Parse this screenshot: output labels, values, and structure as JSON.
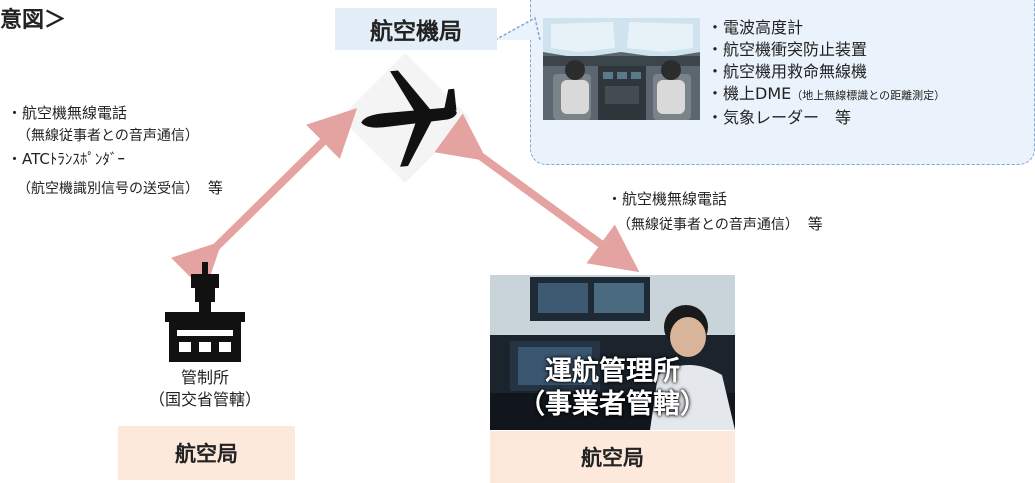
{
  "title_fragment": "意図＞",
  "aircraft_station": {
    "label": "航空機局"
  },
  "equipment": {
    "items": [
      "・電波高度計",
      "・航空機衝突防止装置",
      "・航空機用救命無線機"
    ],
    "dme": {
      "main": "・機上DME",
      "note": "（地上無線標識との距離測定）"
    },
    "weather": "・気象レーダー　等"
  },
  "left_comm": {
    "line1": "・航空機無線電話",
    "line2": "（無線従事者との音声通信）",
    "line3": "・ATCﾄﾗﾝｽﾎﾟﾝﾀﾞｰ",
    "line4_main": "（航空機識別信号の送受信）",
    "line4_suffix": "等"
  },
  "right_comm": {
    "line1": "・航空機無線電話",
    "line2_main": "（無線従事者との音声通信）",
    "line2_suffix": "等"
  },
  "control_facility": {
    "line1": "管制所",
    "line2": "（国交省管轄）",
    "station_label": "航空局"
  },
  "operations_center": {
    "line1": "運航管理所",
    "line2": "（事業者管轄）",
    "station_label": "航空局"
  },
  "colors": {
    "arrow": "#e4a2a0",
    "header_box": "#e4eef8",
    "bubble_fill": "#eaf2fb",
    "bubble_border": "#7fa7cf",
    "station_box": "#fde9dc"
  },
  "icons": [
    "airplane-icon",
    "control-tower-icon",
    "cockpit-photo",
    "operations-room-photo"
  ]
}
